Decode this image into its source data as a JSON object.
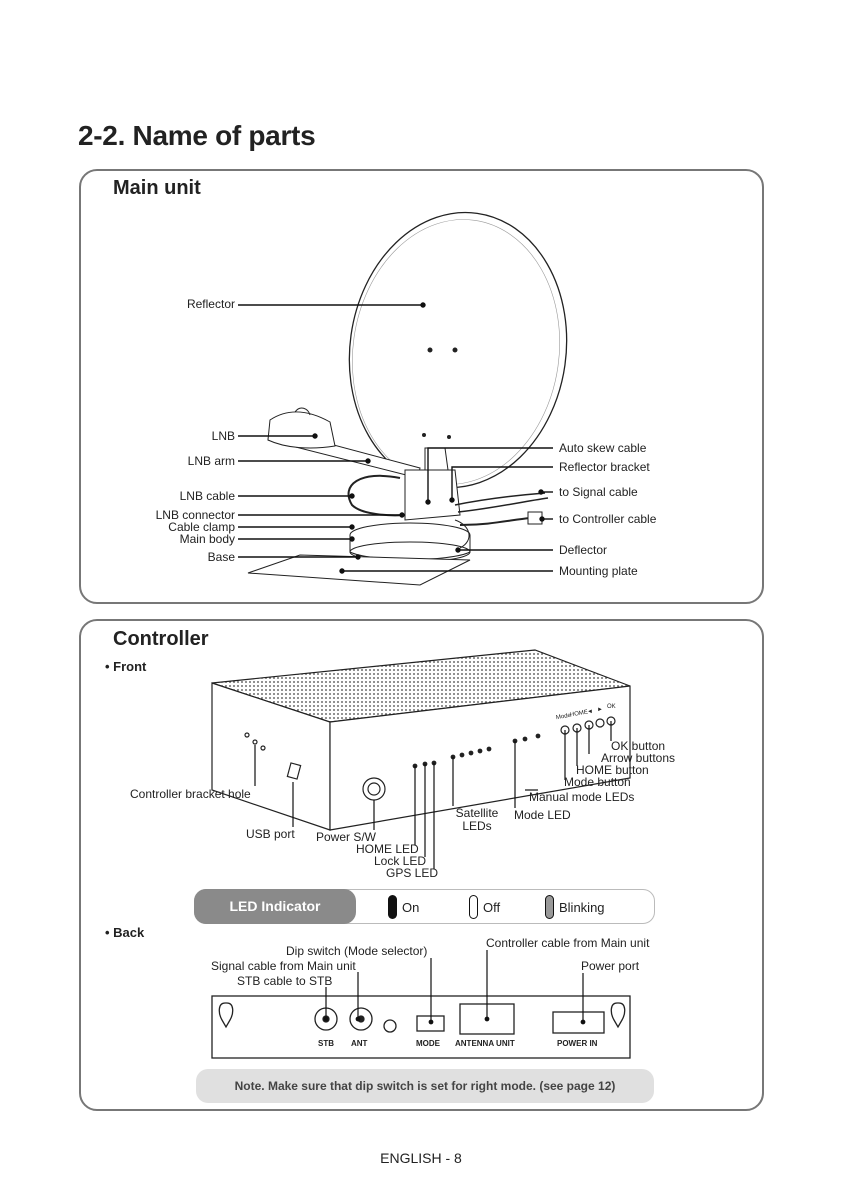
{
  "page_title": "2-2. Name of parts",
  "main_unit": {
    "title": "Main unit",
    "labels_left": [
      "Reflector",
      "LNB",
      "LNB arm",
      "LNB cable",
      "LNB connector",
      "Cable clamp",
      "Main body",
      "Base"
    ],
    "labels_right": [
      "Auto skew cable",
      "Reflector bracket",
      "to Signal cable",
      "to Controller cable",
      "Deflector",
      "Mounting plate"
    ]
  },
  "controller": {
    "title": "Controller",
    "front_label": "• Front",
    "back_label": "• Back",
    "front_labels": {
      "bracket_hole": "Controller bracket hole",
      "usb_port": "USB port",
      "power_sw": "Power S/W",
      "home_led": "HOME LED",
      "lock_led": "Lock LED",
      "gps_led": "GPS LED",
      "satellite_leds": "Satellite\nLEDs",
      "mode_led": "Mode LED",
      "manual_mode_leds": "Manual mode LEDs",
      "mode_button": "Mode button",
      "home_button": "HOME button",
      "arrow_buttons": "Arrow buttons",
      "ok_button": "OK button"
    },
    "front_panel_marks": [
      "Mode",
      "HOME",
      "◄",
      "►",
      "OK"
    ],
    "led_indicator": {
      "title": "LED Indicator",
      "on": "On",
      "off": "Off",
      "blinking": "Blinking"
    },
    "back_labels": {
      "dip_switch": "Dip switch (Mode selector)",
      "signal_cable": "Signal cable from Main unit",
      "stb_cable": "STB cable to STB",
      "controller_cable": "Controller cable from Main unit",
      "power_port": "Power port"
    },
    "back_ports": [
      "STB",
      "ANT",
      "MODE",
      "ANTENNA UNIT",
      "POWER IN"
    ],
    "note": "Note. Make sure that dip switch is set for right mode. (see page 12)"
  },
  "footer": "ENGLISH - 8",
  "colors": {
    "panel_border": "#777777",
    "led_title_bg": "#8a8a8a",
    "note_bg": "#e0e0e0"
  }
}
